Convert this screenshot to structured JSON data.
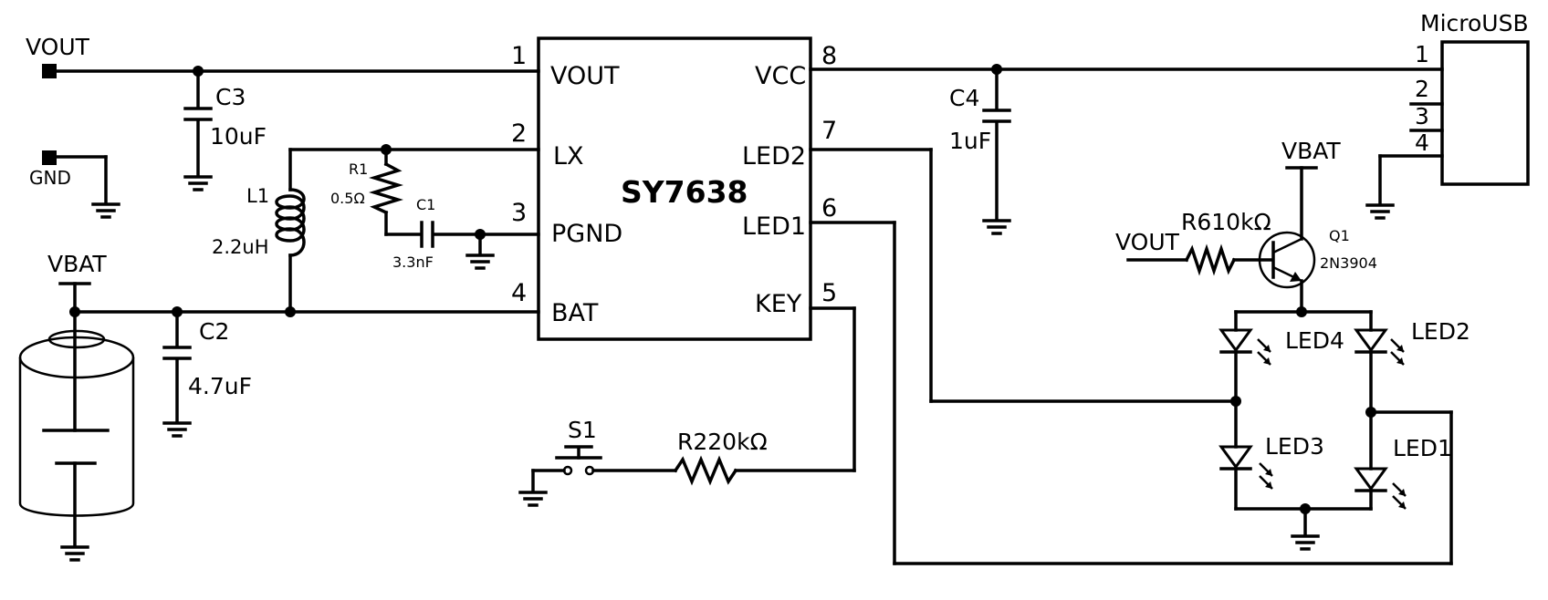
{
  "ic": {
    "name": "SY7638",
    "pins": {
      "p1": {
        "num": "1",
        "name": "VOUT"
      },
      "p2": {
        "num": "2",
        "name": "LX"
      },
      "p3": {
        "num": "3",
        "name": "PGND"
      },
      "p4": {
        "num": "4",
        "name": "BAT"
      },
      "p5": {
        "num": "5",
        "name": "KEY"
      },
      "p6": {
        "num": "6",
        "name": "LED1"
      },
      "p7": {
        "num": "7",
        "name": "LED2"
      },
      "p8": {
        "num": "8",
        "name": "VCC"
      }
    }
  },
  "ports": {
    "vout": "VOUT",
    "gnd": "GND",
    "vbat_left": "VBAT",
    "vbat_q1": "VBAT",
    "vout_q1": "VOUT"
  },
  "components": {
    "c3": {
      "ref": "C3",
      "value": "10uF"
    },
    "c2": {
      "ref": "C2",
      "value": "4.7uF"
    },
    "c1": {
      "ref": "C1",
      "value": "3.3nF"
    },
    "c4": {
      "ref": "C4",
      "value": "1uF"
    },
    "l1": {
      "ref": "L1",
      "value": "2.2uH"
    },
    "r1": {
      "ref": "R1",
      "value": "0.5Ω"
    },
    "r2": {
      "label": "R220kΩ"
    },
    "r6": {
      "label": "R610kΩ"
    },
    "s1": {
      "ref": "S1"
    },
    "q1": {
      "ref": "Q1",
      "value": "2N3904"
    },
    "led1": "LED1",
    "led2": "LED2",
    "led3": "LED3",
    "led4": "LED4"
  },
  "usb": {
    "title": "MicroUSB",
    "pins": [
      "1",
      "2",
      "3",
      "4"
    ]
  },
  "colors": {
    "ink": "#000000",
    "background": "#ffffff"
  }
}
